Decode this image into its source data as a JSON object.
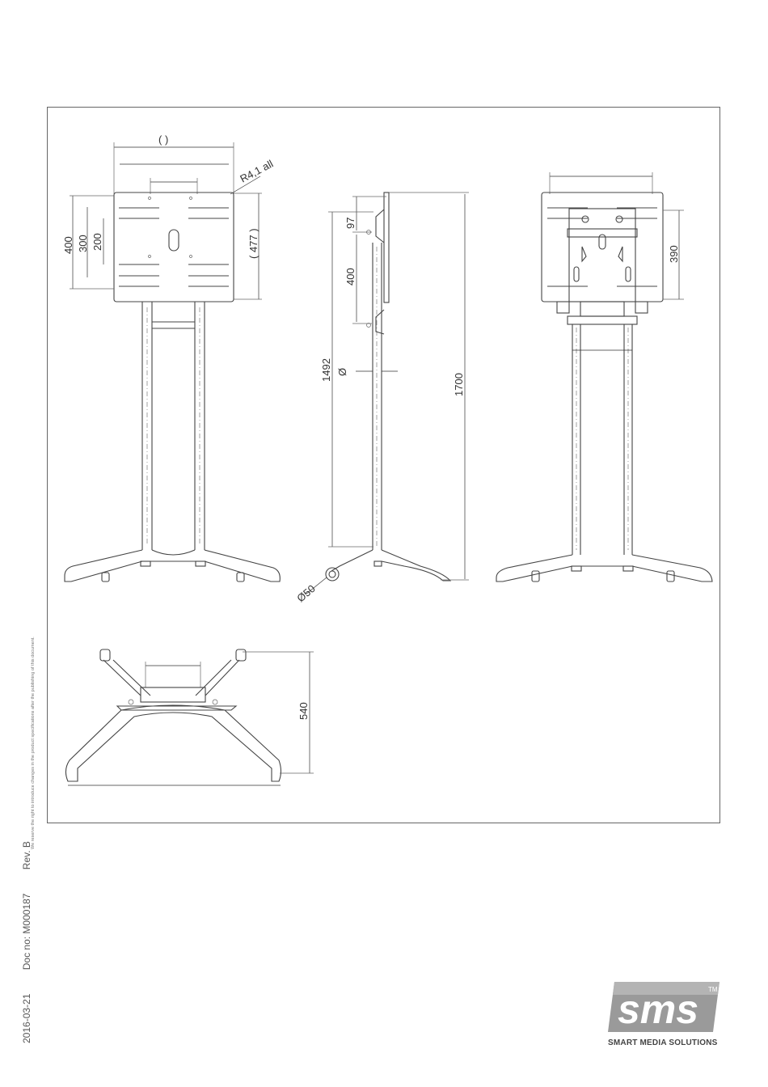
{
  "views": {
    "front": {
      "dim_width_outer": "(   )",
      "radius_note": "R4,1 all",
      "dim_400": "400",
      "dim_300": "300",
      "dim_200": "200",
      "dim_477": "( 477 )"
    },
    "side": {
      "dim_97": "97",
      "dim_400": "400",
      "dim_1492": "1492",
      "dim_diameter": "Ø",
      "dim_1700": "1700",
      "dim_wheel": "Ø50"
    },
    "rear": {
      "dim_390": "390"
    },
    "top": {
      "dim_540": "540"
    }
  },
  "footer": {
    "date": "2016-03-21",
    "doc_no": "Doc no: M000187",
    "revision": "Rev. B",
    "disclaimer": "We reserve the right to introduce changes in the product specifications after the publishing of this document."
  },
  "logo": {
    "text": "sms",
    "tm": "TM",
    "tagline": "SMART MEDIA SOLUTIONS",
    "color_dark": "#6f6f6f",
    "color_light": "#a9a9a9"
  }
}
